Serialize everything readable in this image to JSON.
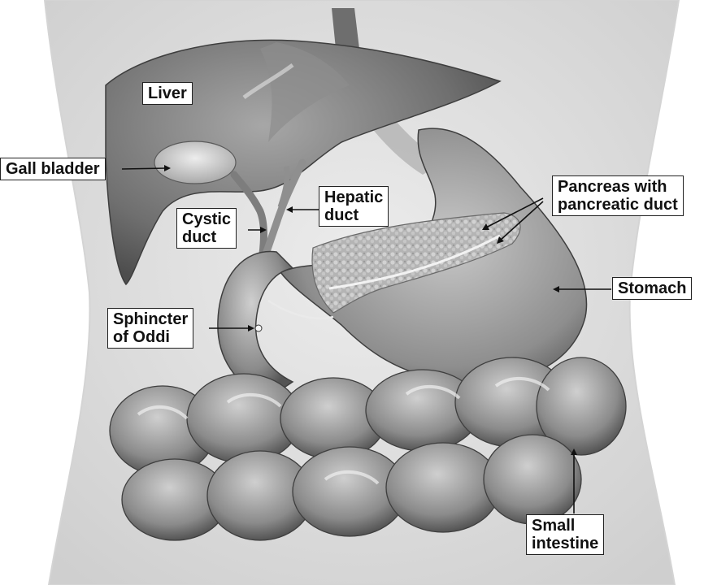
{
  "labels": {
    "liver": "Liver",
    "gall_bladder": "Gall bladder",
    "cystic_duct": [
      "Cystic",
      "duct"
    ],
    "hepatic_duct": [
      "Hepatic",
      "duct"
    ],
    "pancreas": [
      "Pancreas with",
      "pancreatic duct"
    ],
    "stomach": "Stomach",
    "sphincter": [
      "Sphincter",
      "of Oddi"
    ],
    "small_intestine": [
      "Small",
      "intestine"
    ]
  },
  "colors": {
    "body_outline": "#e4e4e4",
    "organ_dark": "#5a5a5a",
    "organ_mid": "#8a8a8a",
    "organ_light": "#bdbdbd",
    "background": "#ffffff"
  }
}
